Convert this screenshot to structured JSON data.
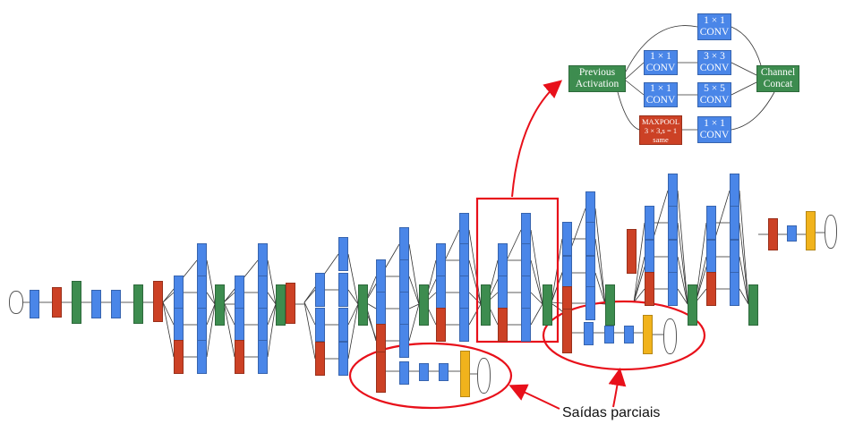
{
  "inception_module": {
    "previous_activation": "Previous\nActivation",
    "conv_1x1_a": "1 × 1\nCONV",
    "conv_1x1_b": "1 × 1\nCONV",
    "conv_1x1_c": "1 × 1\nCONV",
    "conv_1x1_d": "1 × 1\nCONV",
    "conv_3x3": "3 × 3\nCONV",
    "conv_5x5": "5 × 5\nCONV",
    "maxpool": "MAXPOOL\n3 × 3,s = 1\nsame",
    "channel_concat": "Channel\nConcat"
  },
  "caption": "Saídas parciais",
  "colors": {
    "conv": "#4a86e8",
    "pool": "#cc4125",
    "concat": "#3d8c4f",
    "softmax": "#f1b31c",
    "highlight": "#e8101a"
  }
}
